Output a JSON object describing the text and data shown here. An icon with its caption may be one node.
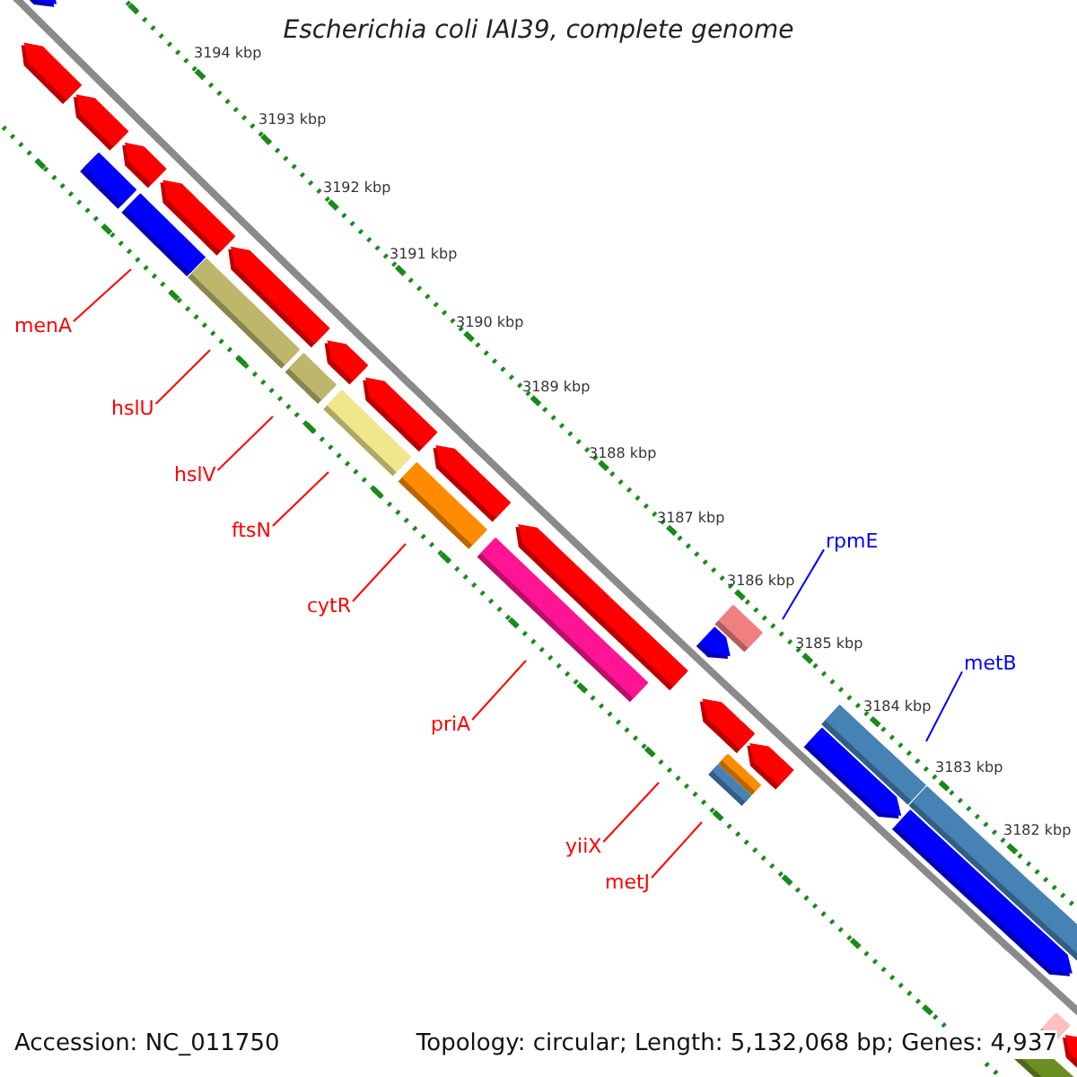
{
  "diagram": {
    "title": "Escherichia coli IAI39, complete genome",
    "nodes": [
      {
        "text": [
          "menA"
        ]
      },
      {
        "text": [
          "hslU"
        ]
      },
      {
        "text": [
          "hslV"
        ]
      },
      {
        "text": [
          "ftsN"
        ]
      },
      {
        "text": [
          "rpmE"
        ]
      },
      {
        "text": [
          "cytR"
        ]
      },
      {
        "text": [
          "metB"
        ]
      },
      {
        "text": [
          "priA"
        ]
      },
      {
        "text": [
          "yiiX"
        ]
      },
      {
        "text": [
          "metJ"
        ]
      }
    ],
    "edges": [
      {
        "from": 0,
        "to": null,
        "arrow": "none"
      },
      {
        "from": 1,
        "to": null,
        "arrow": "none"
      },
      {
        "from": 2,
        "to": null,
        "arrow": "none"
      },
      {
        "from": 3,
        "to": null,
        "arrow": "none"
      },
      {
        "from": 4,
        "to": null,
        "arrow": "none",
        "color": "#0000ff"
      },
      {
        "from": 5,
        "to": null,
        "arrow": "none"
      },
      {
        "from": 6,
        "to": null,
        "arrow": "none",
        "color": "#0000ff"
      },
      {
        "from": 7,
        "to": null,
        "arrow": "none"
      },
      {
        "from": 8,
        "to": null,
        "arrow": "none"
      },
      {
        "from": 9,
        "to": null,
        "arrow": "none"
      }
    ],
    "labels": [
      "3194 kbp",
      "3193 kbp",
      "3192 kbp",
      "3191 kbp",
      "3190 kbp",
      "3189 kbp",
      "3188 kbp",
      "3187 kbp",
      "3186 kbp",
      "3185 kbp",
      "3184 kbp",
      "3183 kbp",
      "3182 kbp",
      "Accession: NC_011750",
      "Topology: circular; Length: 5,132,068 bp; Genes: 4,937"
    ]
  }
}
